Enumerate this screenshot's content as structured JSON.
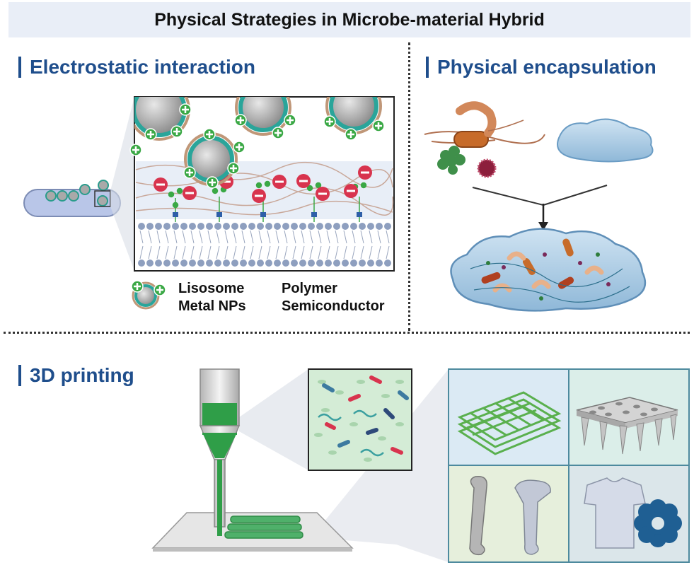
{
  "title": "Physical Strategies in Microbe-material Hybrid",
  "sections": {
    "electrostatic": {
      "title": "Electrostatic interaction"
    },
    "encapsulation": {
      "title": "Physical encapsulation"
    },
    "printing": {
      "title": "3D printing"
    }
  },
  "legend": {
    "positive": [
      "Lisosome",
      "Metal NPs"
    ],
    "negative": [
      "Polymer",
      "Semiconductor"
    ]
  },
  "colors": {
    "heading": "#1f4e8c",
    "positive_charge": "#3aa845",
    "negative_charge": "#d8344e",
    "membrane": "#8e9fbf",
    "gel": "#86b7d6",
    "ink": "#2f9e48"
  }
}
